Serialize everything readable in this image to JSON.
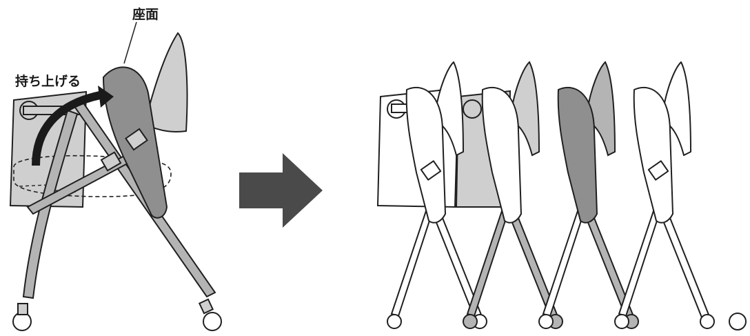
{
  "labels": {
    "seat": "座面",
    "lift": "持ち上げる"
  },
  "colors": {
    "outline": "#1f1f1f",
    "frame_gray": "#b4b4b4",
    "seat_gray": "#8f8f8f",
    "light_gray": "#cfcfcf",
    "white_fill": "#ffffff",
    "arrow_dark": "#4a4a4a"
  },
  "icons": {
    "lift_arrow": "curved-up-right-arrow",
    "transition_arrow": "right-arrow"
  }
}
